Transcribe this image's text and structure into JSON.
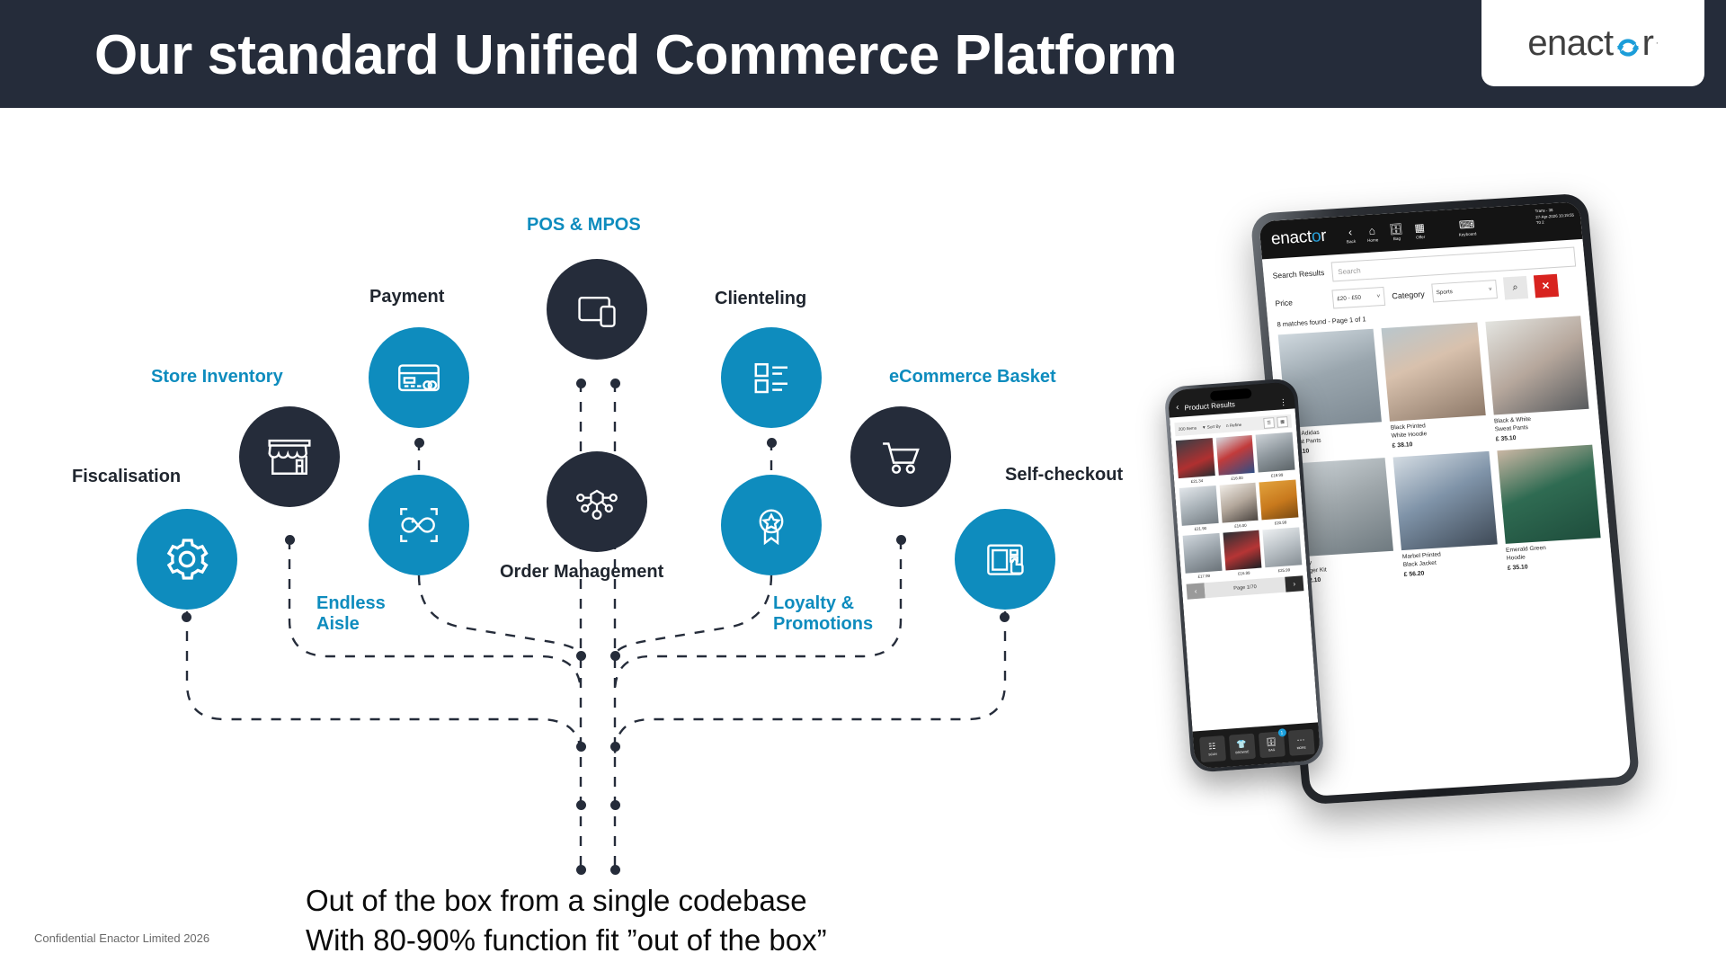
{
  "header": {
    "title": "Our standard Unified Commerce Platform",
    "logo": {
      "text_before": "enact",
      "text_after": "r",
      "tm": "·"
    }
  },
  "diagram": {
    "nodes": [
      {
        "id": "fiscalisation",
        "label": "Fiscalisation",
        "icon": "gear-icon",
        "color": "blue",
        "label_color": "dark"
      },
      {
        "id": "store-inventory",
        "label": "Store Inventory",
        "icon": "storefront-icon",
        "color": "dark",
        "label_color": "blue"
      },
      {
        "id": "payment",
        "label": "Payment",
        "icon": "credit-card-icon",
        "color": "blue",
        "label_color": "dark"
      },
      {
        "id": "endless-aisle",
        "label": "Endless\nAisle",
        "icon": "infinity-scan-icon",
        "color": "blue",
        "label_color": "blue"
      },
      {
        "id": "pos-mpos",
        "label": "POS & MPOS",
        "icon": "devices-icon",
        "color": "dark",
        "label_color": "blue"
      },
      {
        "id": "order-management",
        "label": "Order Management",
        "icon": "network-icon",
        "color": "dark",
        "label_color": "dark"
      },
      {
        "id": "clienteling",
        "label": "Clienteling",
        "icon": "list-icon",
        "color": "blue",
        "label_color": "dark"
      },
      {
        "id": "loyalty-promotions",
        "label": "Loyalty &\nPromotions",
        "icon": "award-icon",
        "color": "blue",
        "label_color": "blue"
      },
      {
        "id": "ecommerce-basket",
        "label": "eCommerce Basket",
        "icon": "shopping-cart-icon",
        "color": "dark",
        "label_color": "blue"
      },
      {
        "id": "self-checkout",
        "label": "Self-checkout",
        "icon": "kiosk-touch-icon",
        "color": "blue",
        "label_color": "dark"
      }
    ],
    "labels": {
      "fiscalisation": "Fiscalisation",
      "store_inventory": "Store Inventory",
      "payment": "Payment",
      "endless_aisle_l1": "Endless",
      "endless_aisle_l2": "Aisle",
      "pos_mpos": "POS & MPOS",
      "order_management": "Order Management",
      "clienteling": "Clienteling",
      "loyalty_l1": "Loyalty &",
      "loyalty_l2": "Promotions",
      "ecommerce_basket": "eCommerce Basket",
      "self_checkout": "Self-checkout"
    }
  },
  "bottom": {
    "line1": "Out of the box from a single codebase",
    "line2": "With 80-90% function fit ”out of the box”"
  },
  "footer": {
    "note": "Confidential Enactor Limited 2026"
  },
  "tablet": {
    "logo_before": "enact",
    "logo_blue": "o",
    "logo_after": "r",
    "nav": [
      {
        "label": "Back",
        "icon": "chevron-left-icon"
      },
      {
        "label": "Home",
        "icon": "home-icon"
      },
      {
        "label": "Bag",
        "icon": "bag-icon"
      },
      {
        "label": "Offer",
        "icon": "offer-icon"
      },
      {
        "label": "Keyboard",
        "icon": "keyboard-icon"
      }
    ],
    "status_line1": "Trans - 38",
    "status_line2": "27-Apr-2026  10:19:55",
    "status_line3": "T0 2",
    "search_label": "Search Results",
    "search_placeholder": "Search",
    "price_label": "Price",
    "price_value": "£20 - £50",
    "category_label": "Category",
    "category_value": "Sports",
    "search_button": "⌕",
    "clear_button": "✕",
    "matches": "8 matches found - Page 1 of 1",
    "products": [
      {
        "name": "Grey Adidas\nSweat Pants",
        "price": "£ 38.10"
      },
      {
        "name": "Black Printed\nWhite Hoodie",
        "price": "£ 38.10"
      },
      {
        "name": "Black & White\nSweat Pants",
        "price": "£ 35.10"
      },
      {
        "name": "Grey\nHilfiger Kit",
        "price": "£ 42.10"
      },
      {
        "name": "Marbel Printed\nBlack Jacket",
        "price": "£ 56.20"
      },
      {
        "name": "Emerald Green\nHoodie",
        "price": "£ 35.10"
      }
    ]
  },
  "phone": {
    "title": "Product Results",
    "items_count": "200 Items",
    "sort_by": "Sort By",
    "refine": "Refine",
    "prices": [
      "£21.34",
      "£16.00",
      "£18.99",
      "£21.90",
      "£16.00",
      "£20.99",
      "£17.99",
      "£16.99",
      "£25.99"
    ],
    "page": "Page 1/70",
    "prev": "‹",
    "next": "›",
    "nav": [
      {
        "label": "SCAN",
        "icon": "barcode-icon",
        "badge": ""
      },
      {
        "label": "BROWSE",
        "icon": "tshirt-icon",
        "badge": ""
      },
      {
        "label": "BAG",
        "icon": "bag-icon",
        "badge": "1"
      },
      {
        "label": "MORE",
        "icon": "ellipsis-icon",
        "badge": ""
      }
    ]
  },
  "colors": {
    "brand_blue": "#0e8cbe",
    "dark_navy": "#252c3a",
    "accent_red": "#d8231f"
  }
}
